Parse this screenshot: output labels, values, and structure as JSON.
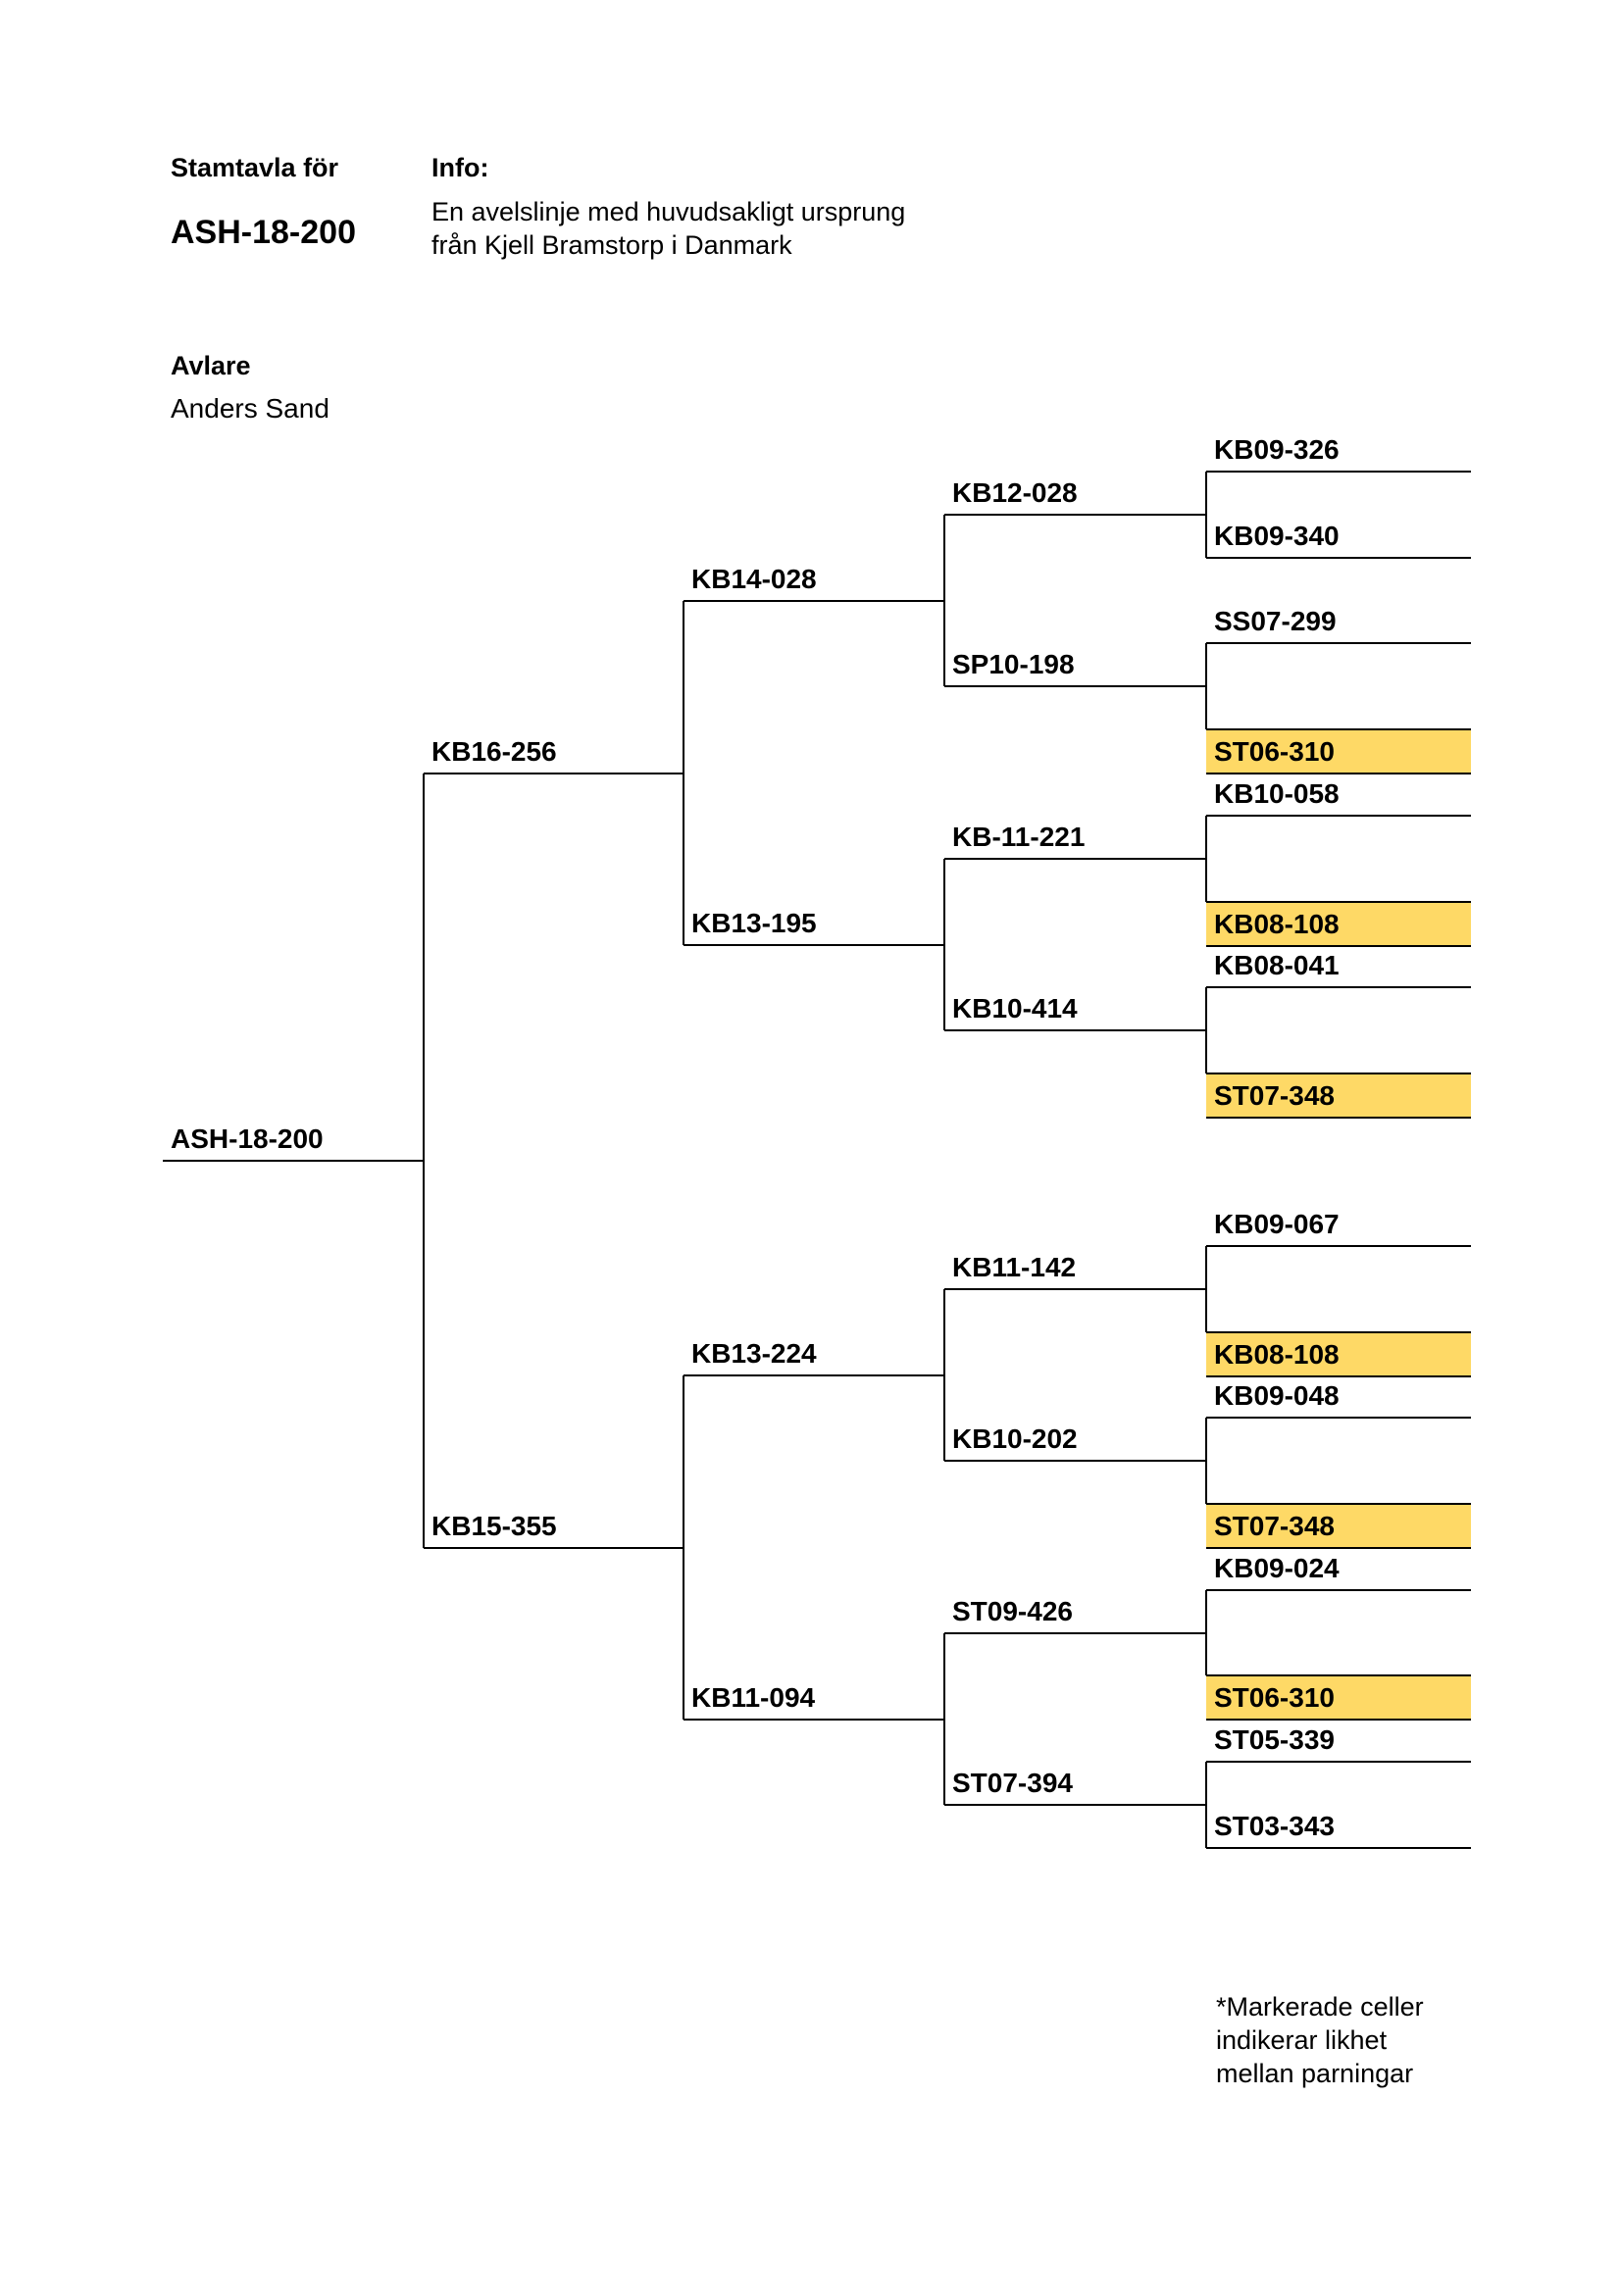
{
  "header": {
    "pedigree_label": "Stamtavla för",
    "pedigree_id": "ASH-18-200",
    "info_label": "Info:",
    "info_lines": [
      "En avelslinje med huvudsakligt ursprung",
      "från Kjell Bramstorp i Danmark"
    ]
  },
  "breeder": {
    "label": "Avlare",
    "name": "Anders Sand"
  },
  "tree": {
    "root": "ASH-18-200",
    "gen1": [
      "KB16-256",
      "KB15-355"
    ],
    "gen2": [
      "KB14-028",
      "KB13-195",
      "KB13-224",
      "KB11-094"
    ],
    "gen3": [
      "KB12-028",
      "SP10-198",
      "KB-11-221",
      "KB10-414",
      "KB11-142",
      "KB10-202",
      "ST09-426",
      "ST07-394"
    ],
    "gen4": [
      {
        "id": "KB09-326",
        "highlight": false
      },
      {
        "id": "KB09-340",
        "highlight": false
      },
      {
        "id": "SS07-299",
        "highlight": false
      },
      {
        "id": "ST06-310",
        "highlight": true
      },
      {
        "id": "KB10-058",
        "highlight": false
      },
      {
        "id": "KB08-108",
        "highlight": true
      },
      {
        "id": "KB08-041",
        "highlight": false
      },
      {
        "id": "ST07-348",
        "highlight": true
      },
      {
        "id": "KB09-067",
        "highlight": false
      },
      {
        "id": "KB08-108",
        "highlight": true
      },
      {
        "id": "KB09-048",
        "highlight": false
      },
      {
        "id": "ST07-348",
        "highlight": true
      },
      {
        "id": "KB09-024",
        "highlight": false
      },
      {
        "id": "ST06-310",
        "highlight": true
      },
      {
        "id": "ST05-339",
        "highlight": false
      },
      {
        "id": "ST03-343",
        "highlight": false
      }
    ]
  },
  "footnote": [
    "*Markerade celler",
    "indikerar likhet",
    "mellan parningar"
  ],
  "colors": {
    "highlight": "#fed966",
    "line": "#000000"
  }
}
